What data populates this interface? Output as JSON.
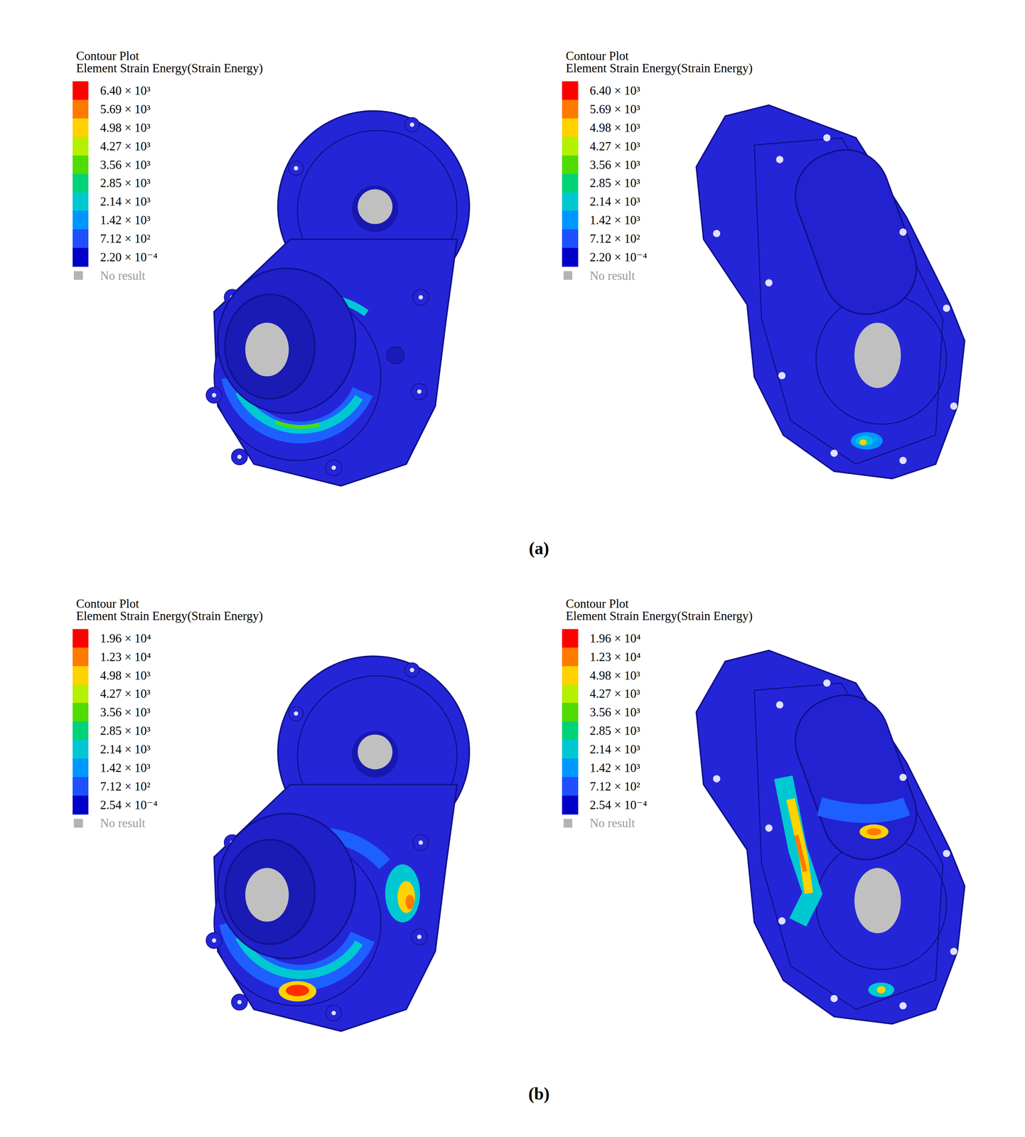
{
  "diagram": {
    "labels": [
      "Contour Plot",
      "Element Strain Energy(Strain Energy)",
      "Contour Plot",
      "Element Strain Energy(Strain Energy)",
      "Contour Plot",
      "Element Strain Energy(Strain Energy)",
      "Contour Plot",
      "Element Strain Energy(Strain Energy)",
      "(a)",
      "(b)"
    ],
    "legend": [
      {
        "text": "6.40 × 10³",
        "color": "#ff0000"
      },
      {
        "text": "5.69 × 10³",
        "color": "#ff7a00"
      },
      {
        "text": "4.98 × 10³",
        "color": "#ffd200"
      },
      {
        "text": "4.27 × 10³",
        "color": "#b4f000"
      },
      {
        "text": "3.56 × 10³",
        "color": "#50dc00"
      },
      {
        "text": "2.85 × 10³",
        "color": "#00d278"
      },
      {
        "text": "2.14 × 10³",
        "color": "#00c8d2"
      },
      {
        "text": "1.42 × 10³",
        "color": "#0096ff"
      },
      {
        "text": "7.12 × 10²",
        "color": "#1e50ff"
      },
      {
        "text": "2.20 × 10⁻⁴",
        "color": "#0000c8"
      },
      {
        "text": "No result",
        "color": "#b4b4b4"
      },
      {
        "text": "6.40 × 10³",
        "color": "#ff0000"
      },
      {
        "text": "5.69 × 10³",
        "color": "#ff7a00"
      },
      {
        "text": "4.98 × 10³",
        "color": "#ffd200"
      },
      {
        "text": "4.27 × 10³",
        "color": "#b4f000"
      },
      {
        "text": "3.56 × 10³",
        "color": "#50dc00"
      },
      {
        "text": "2.85 × 10³",
        "color": "#00d278"
      },
      {
        "text": "2.14 × 10³",
        "color": "#00c8d2"
      },
      {
        "text": "1.42 × 10³",
        "color": "#0096ff"
      },
      {
        "text": "7.12 × 10²",
        "color": "#1e50ff"
      },
      {
        "text": "2.20 × 10⁻⁴",
        "color": "#0000c8"
      },
      {
        "text": "No result",
        "color": "#b4b4b4"
      },
      {
        "text": "1.96 × 10⁴",
        "color": "#ff0000"
      },
      {
        "text": "1.23 × 10⁴",
        "color": "#ff7a00"
      },
      {
        "text": "4.98 × 10³",
        "color": "#ffd200"
      },
      {
        "text": "4.27 × 10³",
        "color": "#b4f000"
      },
      {
        "text": "3.56 × 10³",
        "color": "#50dc00"
      },
      {
        "text": "2.85 × 10³",
        "color": "#00d278"
      },
      {
        "text": "2.14 × 10³",
        "color": "#00c8d2"
      },
      {
        "text": "1.42 × 10³",
        "color": "#0096ff"
      },
      {
        "text": "7.12 × 10²",
        "color": "#1e50ff"
      },
      {
        "text": "2.54 × 10⁻⁴",
        "color": "#0000c8"
      },
      {
        "text": "No result",
        "color": "#b4b4b4"
      },
      {
        "text": "1.96 × 10⁴",
        "color": "#ff0000"
      },
      {
        "text": "1.23 × 10⁴",
        "color": "#ff7a00"
      },
      {
        "text": "4.98 × 10³",
        "color": "#ffd200"
      },
      {
        "text": "4.27 × 10³",
        "color": "#b4f000"
      },
      {
        "text": "3.56 × 10³",
        "color": "#50dc00"
      },
      {
        "text": "2.85 × 10³",
        "color": "#00d278"
      },
      {
        "text": "2.14 × 10³",
        "color": "#00c8d2"
      },
      {
        "text": "1.42 × 10³",
        "color": "#0096ff"
      },
      {
        "text": "7.12 × 10²",
        "color": "#1e50ff"
      },
      {
        "text": "2.54 × 10⁻⁴",
        "color": "#0000c8"
      },
      {
        "text": "No result",
        "color": "#b4b4b4"
      }
    ]
  }
}
